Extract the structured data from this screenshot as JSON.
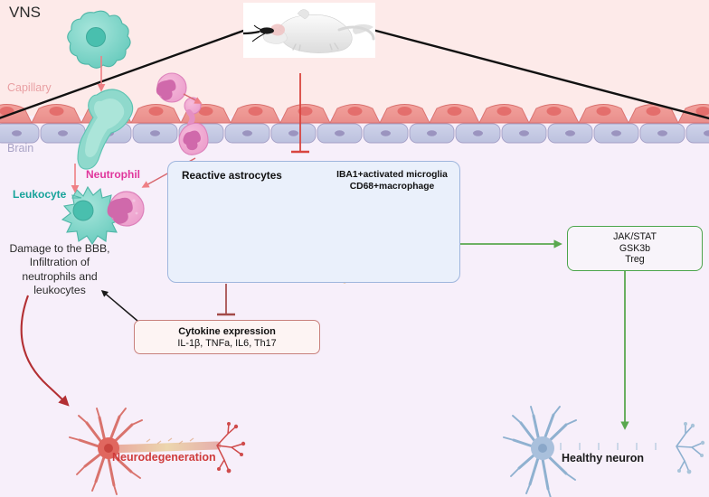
{
  "figure": {
    "title": "VNS",
    "background_top": "#fdeae9",
    "background_bottom": "#f7effa"
  },
  "regions": {
    "capillary_label": "Capillary",
    "brain_label": "Brain"
  },
  "cells": {
    "leukocyte_label": "Leukocyte",
    "neutrophil_label": "Neutrophil"
  },
  "annotations": {
    "bbb_damage": "Damage to the BBB,\nInfiltration of\nneutrophils and\nleukocytes",
    "neurodegeneration": "Neurodegeneration",
    "healthy_neuron": "Healthy neuron"
  },
  "astrocyte_box": {
    "title": "Reactive astrocytes",
    "microglia_title": "IBA1+activated microglia\nCD68+macrophage",
    "border_color": "#9fb6dd",
    "fill_color": "#eaf0fb"
  },
  "cytokine_box": {
    "title": "Cytokine expression",
    "subtitle": "IL-1β, TNFa, IL6, Th17",
    "border_color": "#c8807c"
  },
  "jak_box": {
    "line1": "JAK/STAT",
    "line2": "GSK3b",
    "line3": "Treg",
    "border_color": "#4ca54c"
  },
  "connectors": {
    "vns_inhibition_color": "#d8453f",
    "cytokine_inhibition_color": "#a34a48",
    "activation_arrow_color": "#5aa84f",
    "damage_arrow_color": "#1a1a1a",
    "neurodegeneration_arrow_color": "#b32f33",
    "migration_arrow_color": "#ef7f85"
  }
}
